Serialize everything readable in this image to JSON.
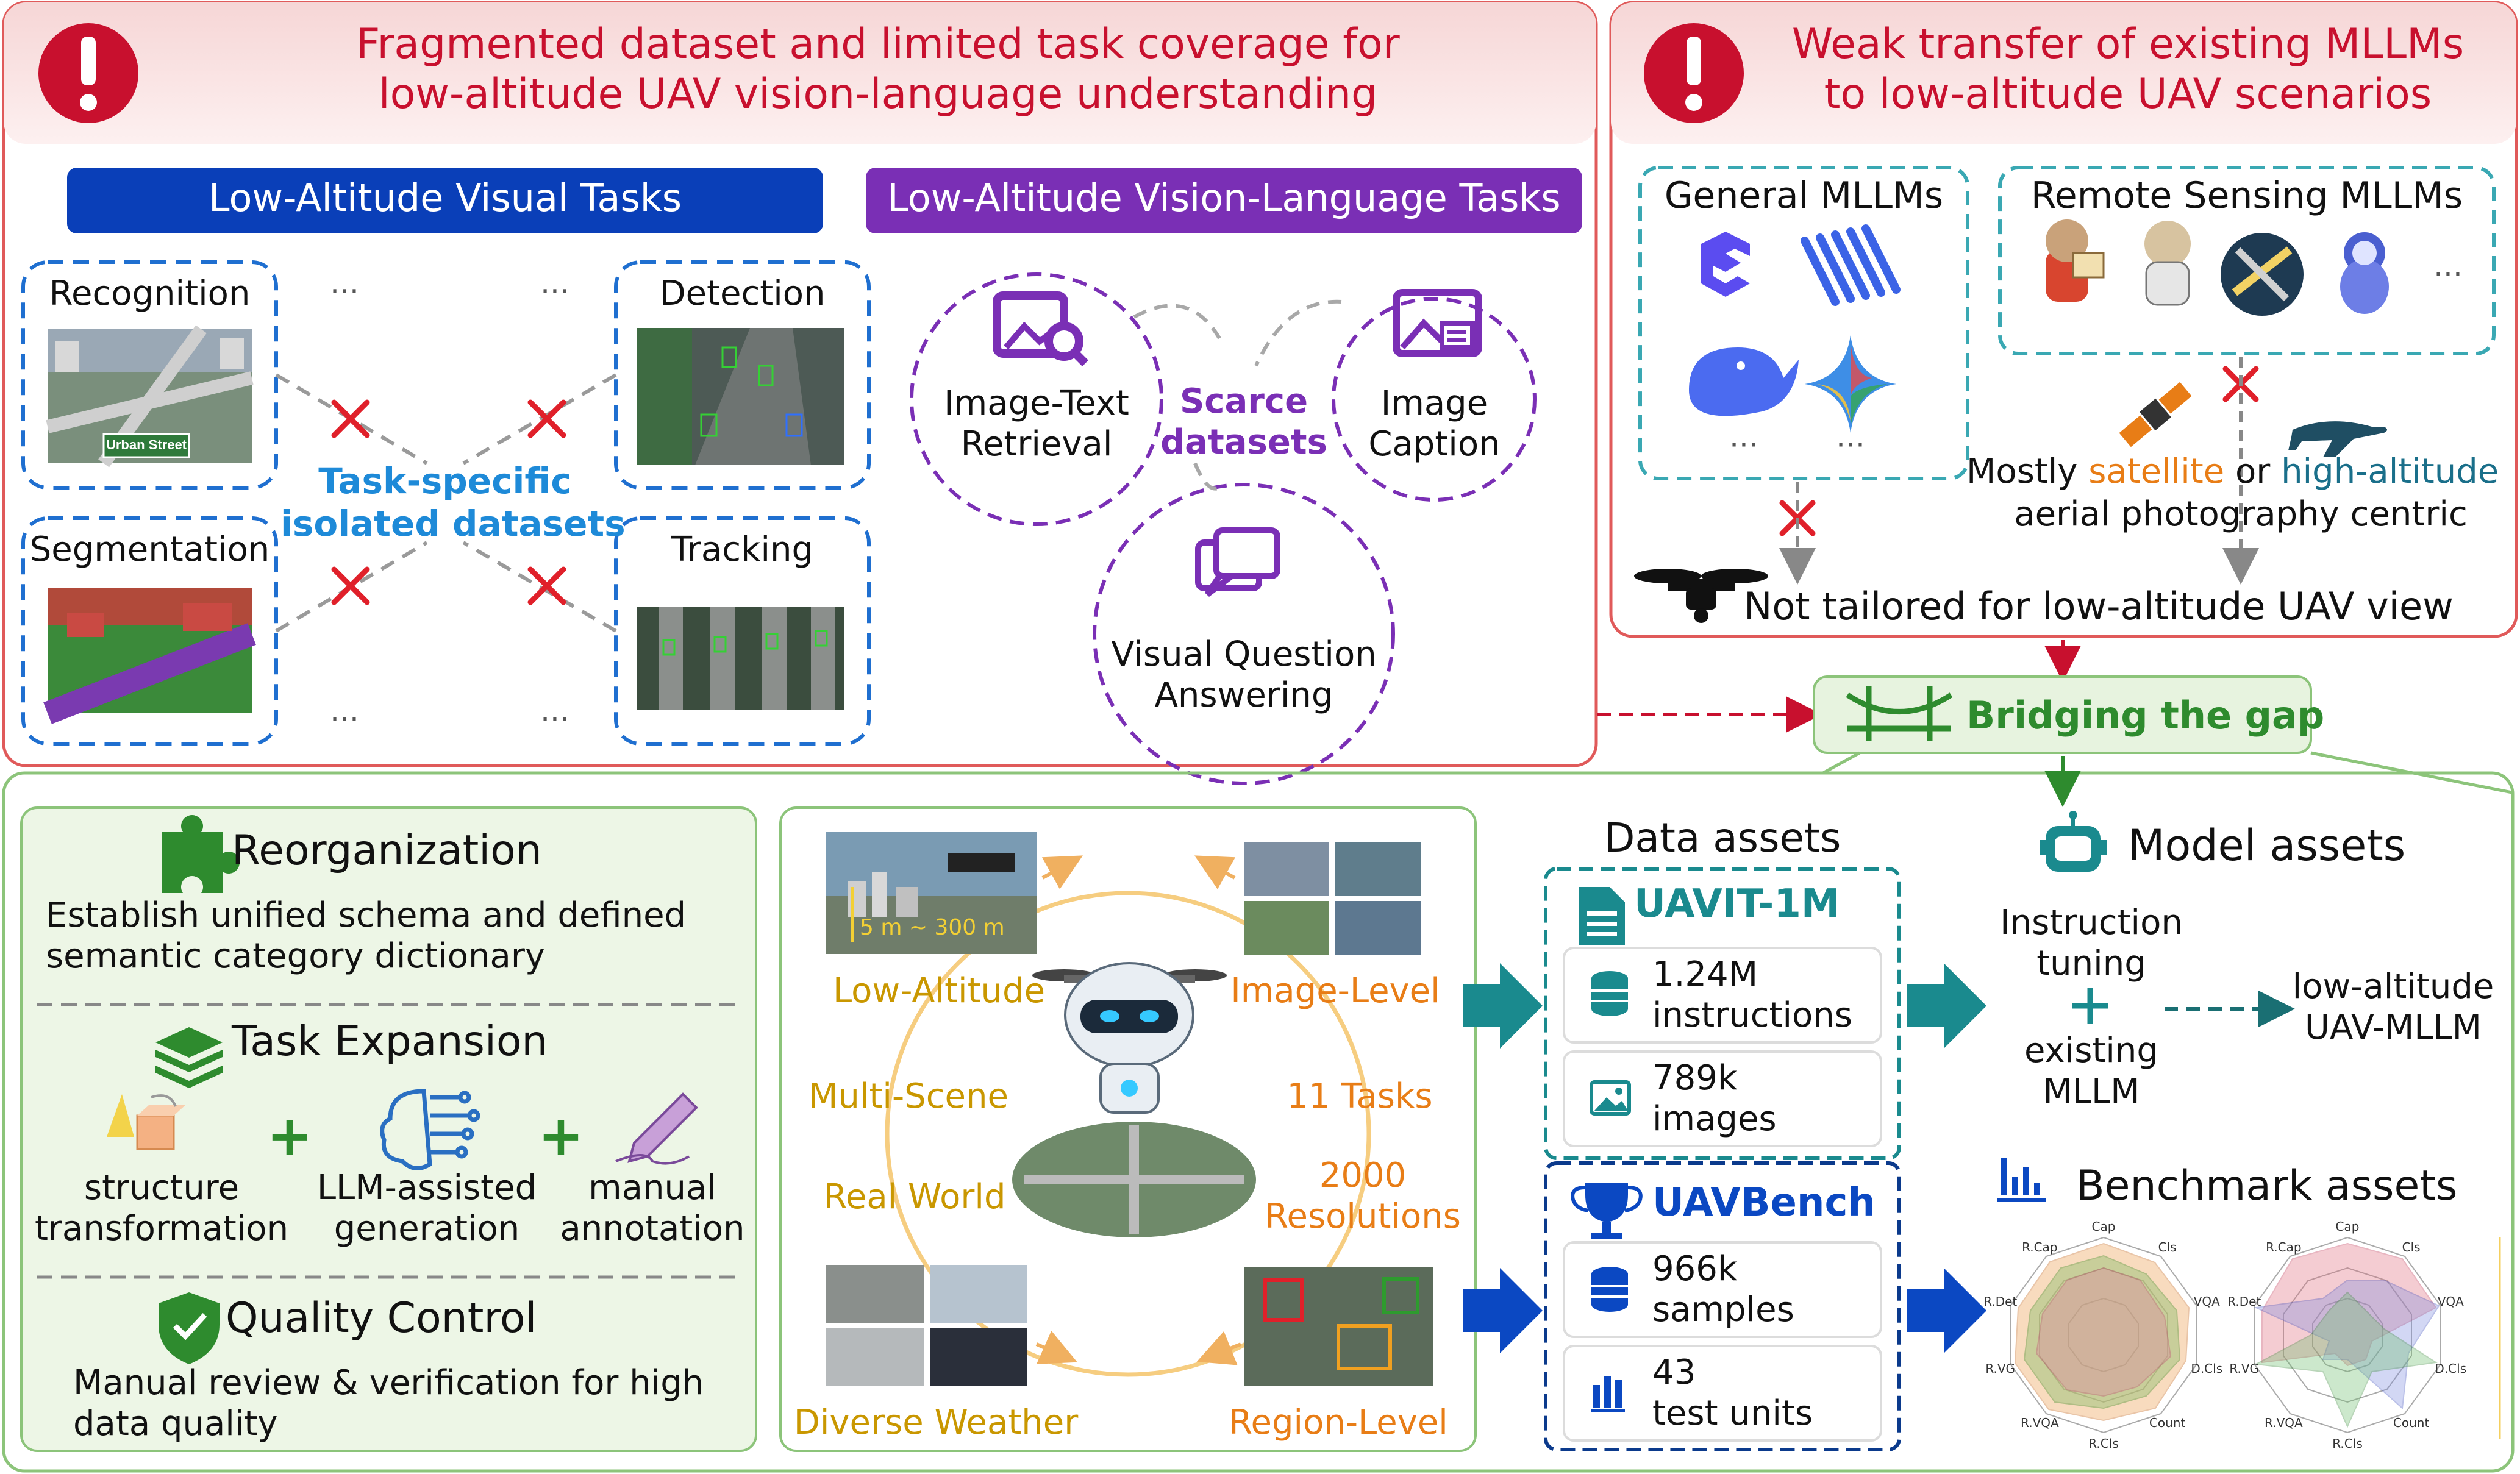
{
  "top_left": {
    "title_line1": "Fragmented dataset and limited task coverage for",
    "title_line2": "low-altitude UAV vision-language understanding",
    "visual_tasks_header": "Low-Altitude Visual Tasks",
    "vl_tasks_header": "Low-Altitude Vision-Language Tasks",
    "visual_tasks": {
      "recognition": "Recognition",
      "detection": "Detection",
      "segmentation": "Segmentation",
      "tracking": "Tracking",
      "street_sign": "Urban Street"
    },
    "isolated_line1": "Task-specific",
    "isolated_line2": "isolated datasets",
    "ellipsis": "···",
    "vl_tasks": {
      "retrieval_line1": "Image-Text",
      "retrieval_line2": "Retrieval",
      "caption_line1": "Image",
      "caption_line2": "Caption",
      "vqa_line1": "Visual Question",
      "vqa_line2": "Answering",
      "scarce_line1": "Scarce",
      "scarce_line2": "datasets"
    }
  },
  "top_right": {
    "title_line1": "Weak transfer of existing MLLMs",
    "title_line2": "to low-altitude UAV scenarios",
    "general_mllms": "General MLLMs",
    "rs_mllms": "Remote Sensing MLLMs",
    "ellipsis": "···",
    "mostly": "Mostly ",
    "satellite": "satellite",
    "or": " or ",
    "high_altitude": "high-altitude",
    "aerial_line": "aerial photography centric",
    "not_tailored": "Not tailored for low-altitude UAV view"
  },
  "bridge": {
    "label": "Bridging the gap"
  },
  "left_panel": {
    "reorg_title": "Reorganization",
    "reorg_line1": "Establish unified schema and defined",
    "reorg_line2": "semantic category dictionary",
    "expansion_title": "Task Expansion",
    "plus": "+",
    "step1_line1": "structure",
    "step1_line2": "transformation",
    "step2_line1": "LLM-assisted",
    "step2_line2": "generation",
    "step3_line1": "manual",
    "step3_line2": "annotation",
    "qc_title": "Quality Control",
    "qc_line1": "Manual review & verification for high",
    "qc_line2": "data quality"
  },
  "center": {
    "altitude_range": "5 m ~ 300 m",
    "low_altitude": "Low-Altitude",
    "image_level": "Image-Level",
    "multi_scene": "Multi-Scene",
    "tasks": "11 Tasks",
    "real_world": "Real World",
    "res_line1": "2000",
    "res_line2": "Resolutions",
    "weather": "Diverse Weather",
    "region_level": "Region-Level"
  },
  "assets": {
    "data_title": "Data assets",
    "dataset_name": "UAVIT-1M",
    "instr_line1": "1.24M",
    "instr_line2": "instructions",
    "img_line1": "789k",
    "img_line2": "images",
    "bench_name": "UAVBench",
    "samples_line1": "966k",
    "samples_line2": "samples",
    "units_line1": "43",
    "units_line2": "test units",
    "model_title": "Model assets",
    "instr_tuning_line1": "Instruction",
    "instr_tuning_line2": "tuning",
    "plus": "+",
    "existing_line1": "existing",
    "existing_line2": "MLLM",
    "result_line1": "low-altitude",
    "result_line2": "UAV-MLLM",
    "bench_title": "Benchmark assets",
    "radar_labels": [
      "Cap",
      "Cls",
      "VQA",
      "D.Cls",
      "Count",
      "R.Cls",
      "R.VQA",
      "R.VG",
      "R.Det",
      "R.Cap"
    ]
  },
  "colors": {
    "red": "#c8102e",
    "blue_header": "#0a3fb8",
    "purple_header": "#7a2fb5",
    "teal": "#1a8a8e",
    "orange": "#e87d16",
    "gold": "#c99700",
    "green": "#2e8b2e",
    "navy": "#0b3a8c"
  }
}
